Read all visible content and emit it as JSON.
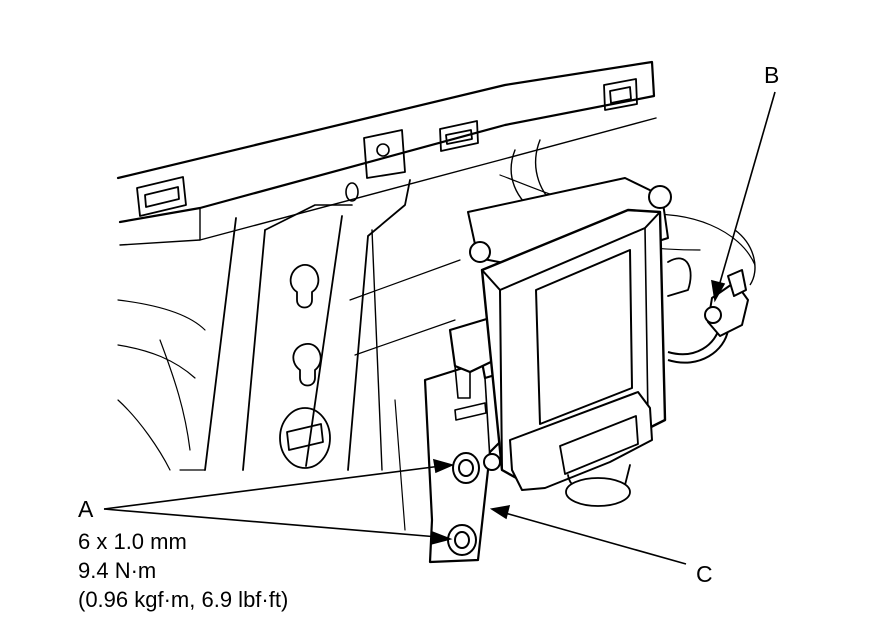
{
  "callouts": {
    "a": "A",
    "b": "B",
    "c": "C"
  },
  "spec": {
    "size": "6 x 1.0 mm",
    "torque": "9.4 N·m",
    "alt_units": "(0.96 kgf·m, 6.9 lbf·ft)"
  },
  "colors": {
    "line": "#000000",
    "background": "#ffffff"
  }
}
